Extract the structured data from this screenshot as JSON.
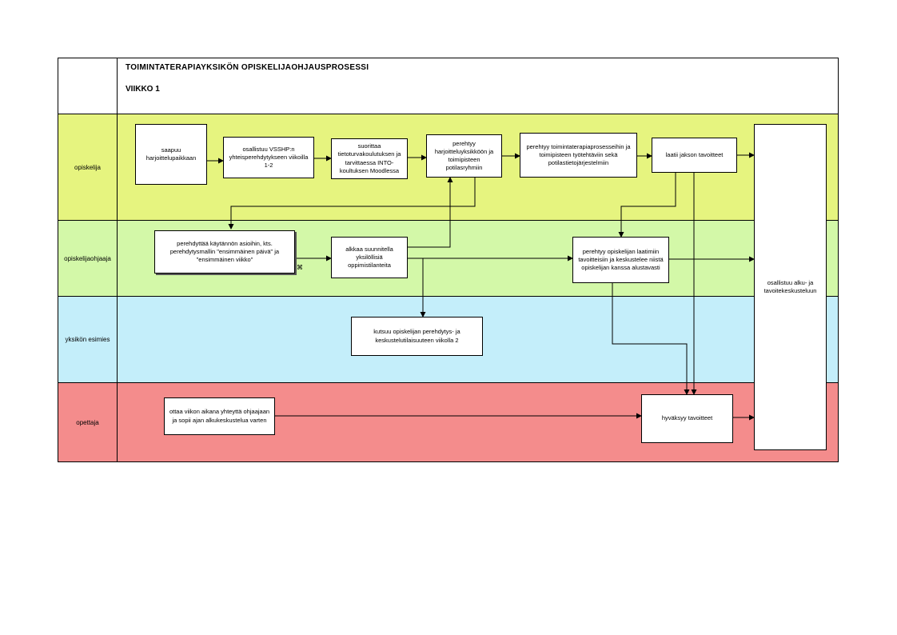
{
  "header": {
    "title": "TOIMINTATERAPIAYKSIKÖN OPISKELIJAOHJAUSPROSESSI",
    "subtitle": "VIIKKO 1"
  },
  "lanes": [
    {
      "label": "opiskelija",
      "color": "#e6f47f"
    },
    {
      "label": "opiskelijaohjaaja",
      "color": "#d3f8a8"
    },
    {
      "label": "yksikön esimies",
      "color": "#c4eefa"
    },
    {
      "label": "opettaja",
      "color": "#f48c8c"
    }
  ],
  "boxes": {
    "saapuu": "saapuu harjoittelupaikkaan",
    "osallistuu_vsshp": "osallistuu VSSHP:n yhteisperehdytykseen viikoilla 1-2",
    "suorittaa": "suorittaa tietoturvakoulutuksen ja tarvittaessa INTO-koultuksen Moodlessa",
    "perehtyy_harj": "perehtyy harjoitteluyksikköön ja toimipisteen potilasryhmiin",
    "perehtyy_toim": "perehtyy toimintaterapiaprosesseihin ja toimipisteen työtehtäviin sekä potilastietojärjestelmiin",
    "laatii": "laatii jakson tavoitteet",
    "alku_keskustelu": "osallistuu alku- ja tavoitekeskusteluun",
    "perehdyttaa": "perehdyttää käytännön asioihin, kts. perehdytysmallin \"ensimmäinen päivä\" ja \"ensimmäinen viikko\"",
    "aloittaa": "alkkaa suunnitella yksilöllisiä oppimistilanteita",
    "perehtyy_tav": "perehtyy opiskelijan laatimiin tavoitteisiin ja keskustelee niistä opiskelijan kanssa alustavasti",
    "kutsuu": "kutsuu opiskelijan perehdytys- ja keskustelutilaisuuteen viikolla 2",
    "ottaa_yhteytta": "ottaa viikon aikana yhteyttä ohjaajaan ja sopii ajan alkukeskustelua varten",
    "hyvaksyy": "hyväksyy tavoitteet"
  }
}
